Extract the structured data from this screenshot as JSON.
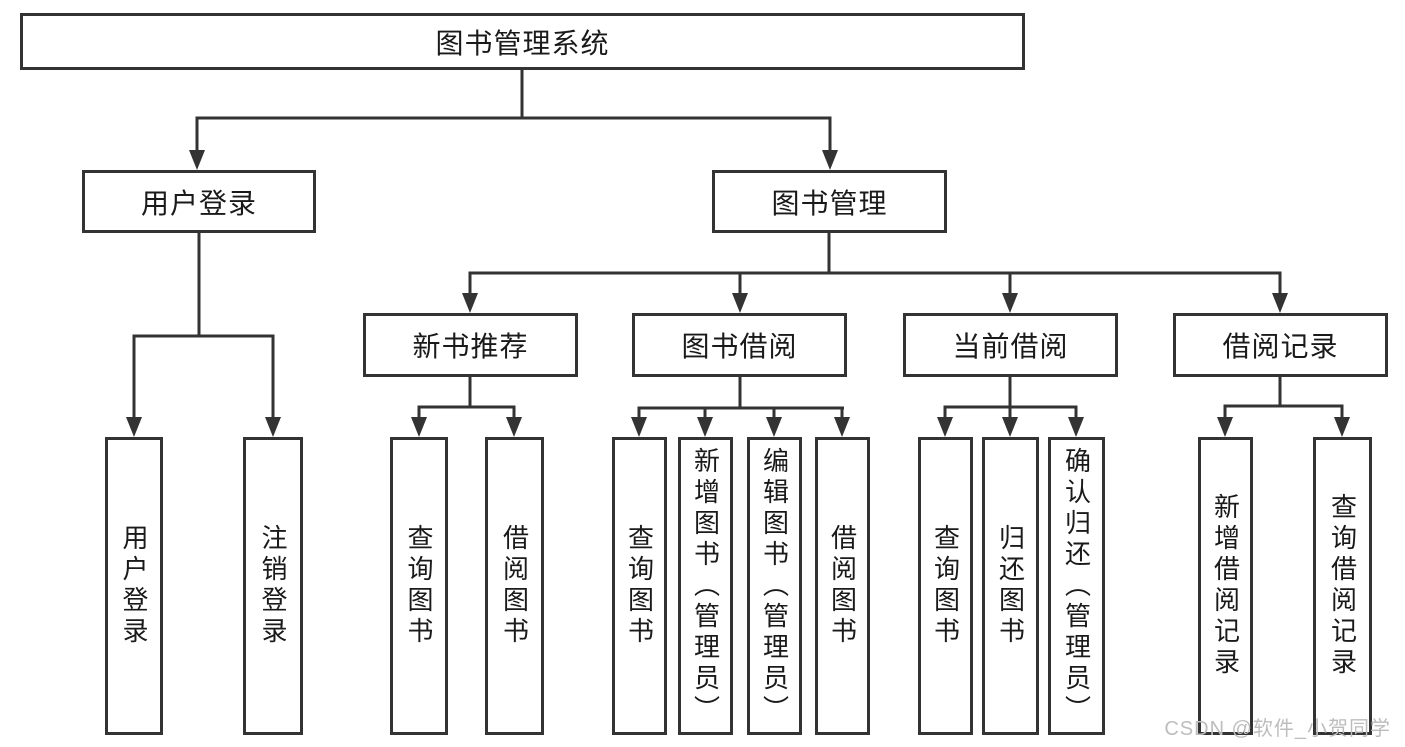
{
  "diagram": {
    "title": "图书管理系统",
    "watermark": "CSDN @软件_小贺同学",
    "colors": {
      "line": "#333333",
      "text": "#1a1a1a",
      "box_background": "#ffffff",
      "watermark": "#bdbdbd"
    },
    "branches": [
      {
        "label": "用户登录",
        "children": [
          {
            "label": "用户登录"
          },
          {
            "label": "注销登录"
          }
        ]
      },
      {
        "label": "图书管理",
        "children": [
          {
            "label": "新书推荐",
            "children": [
              {
                "label": "查询图书"
              },
              {
                "label": "借阅图书"
              }
            ]
          },
          {
            "label": "图书借阅",
            "children": [
              {
                "label": "查询图书"
              },
              {
                "label": "新增图书（管理员）"
              },
              {
                "label": "编辑图书（管理员）"
              },
              {
                "label": "借阅图书"
              }
            ]
          },
          {
            "label": "当前借阅",
            "children": [
              {
                "label": "查询图书"
              },
              {
                "label": "归还图书"
              },
              {
                "label": "确认归还（管理员）"
              }
            ]
          },
          {
            "label": "借阅记录",
            "children": [
              {
                "label": "新增借阅记录"
              },
              {
                "label": "查询借阅记录"
              }
            ]
          }
        ]
      }
    ]
  }
}
